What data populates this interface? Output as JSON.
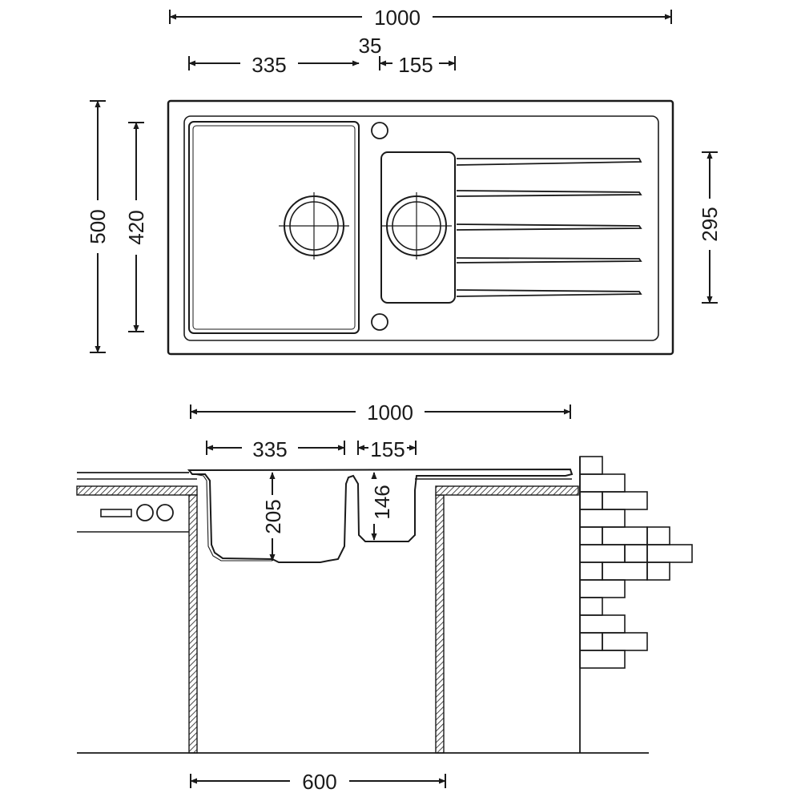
{
  "top_view": {
    "overall_width": "1000",
    "bowl_width": "335",
    "gap": "35",
    "half_bowl_width": "155",
    "overall_depth": "500",
    "bowl_depth": "420",
    "half_bowl_depth": "295"
  },
  "side_view": {
    "overall_width": "1000",
    "bowl_width": "335",
    "half_bowl_width": "155",
    "bowl_height": "205",
    "half_bowl_height": "146",
    "cabinet_width": "600"
  },
  "colors": {
    "line": "#1a1a1a",
    "background": "#ffffff"
  }
}
